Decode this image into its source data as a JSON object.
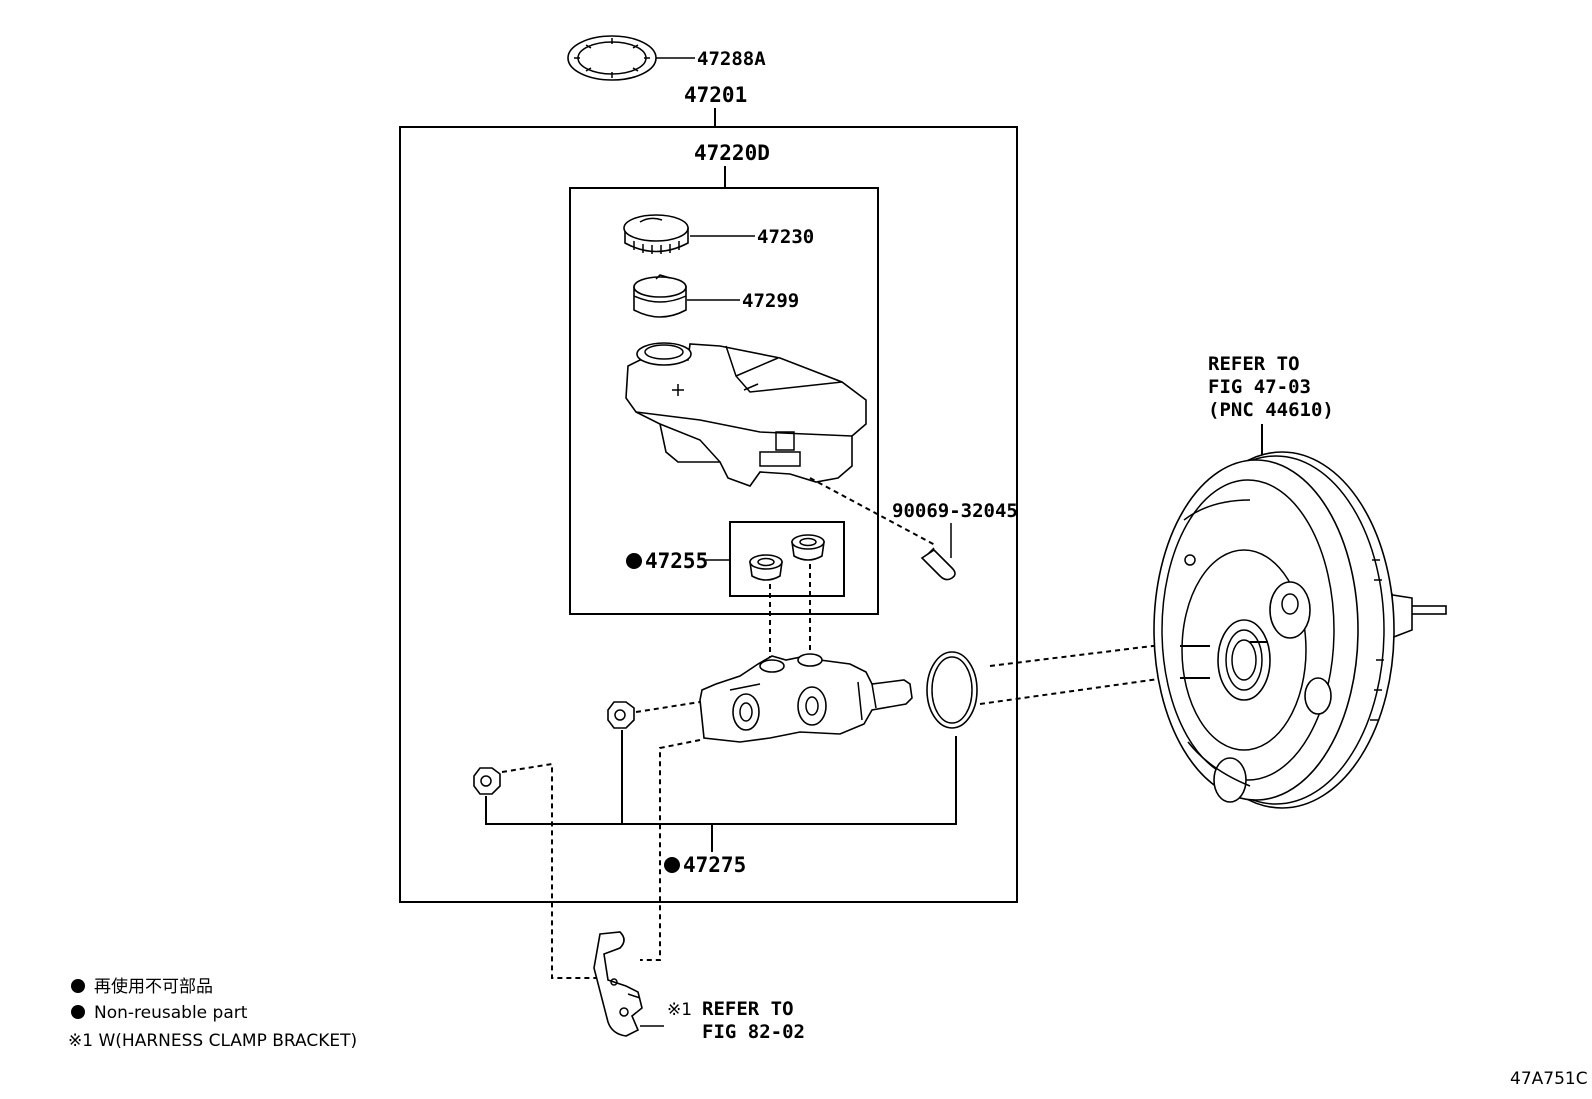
{
  "labels": {
    "p47288A": "47288A",
    "p47201": "47201",
    "p47220D": "47220D",
    "p47230": "47230",
    "p47299": "47299",
    "p90069": "90069-32045",
    "p47255": "47255",
    "p47275": "47275",
    "refer_booster_1": "REFER TO",
    "refer_booster_2": "FIG 47-03",
    "refer_booster_3": "(PNC 44610)",
    "ref_mark": "※1",
    "refer_bracket_1": "REFER TO",
    "refer_bracket_2": "FIG 82-02",
    "figure_code": "47A751C"
  },
  "legend": {
    "bullet": "●",
    "japanese": "再使用不可部品",
    "english": "Non-reusable part",
    "note": "※1 W(HARNESS CLAMP BRACKET)"
  },
  "colors": {
    "ink": "#000000",
    "paper": "#ffffff"
  },
  "icons": {
    "bullet": "filled-circle-icon"
  }
}
